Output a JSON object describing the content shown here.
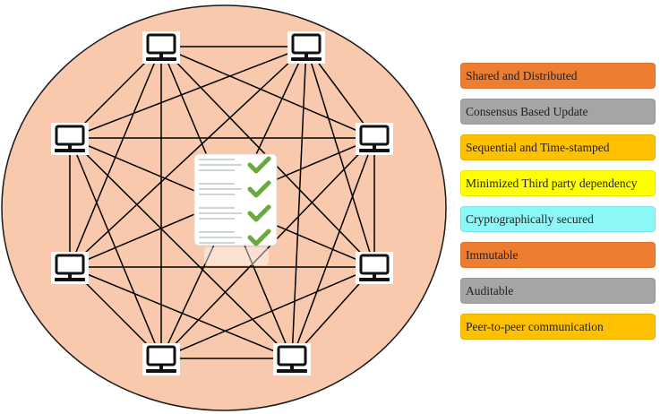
{
  "colors": {
    "network_circle": "#f8c9ad",
    "circle_outline": "#1a1a1a",
    "link": "#000000",
    "check": "#6aaa3a",
    "doc_lines": "#cfd5cf"
  },
  "network": {
    "node_icon": "desktop-computer-icon",
    "center_icon": "checklist-document-icon",
    "node_count": 8
  },
  "legend": {
    "items": [
      {
        "label": "Shared and Distributed",
        "color": "#ed7d31"
      },
      {
        "label": "Consensus Based Update",
        "color": "#a5a5a5"
      },
      {
        "label": "Sequential and Time-stamped",
        "color": "#ffc000"
      },
      {
        "label": "Minimized Third party dependency",
        "color": "#ffff00"
      },
      {
        "label": "Cryptographically secured",
        "color": "#8cf7f7"
      },
      {
        "label": "Immutable",
        "color": "#ed7d31"
      },
      {
        "label": "Auditable",
        "color": "#a5a5a5"
      },
      {
        "label": "Peer-to-peer communication",
        "color": "#ffc000"
      }
    ]
  }
}
